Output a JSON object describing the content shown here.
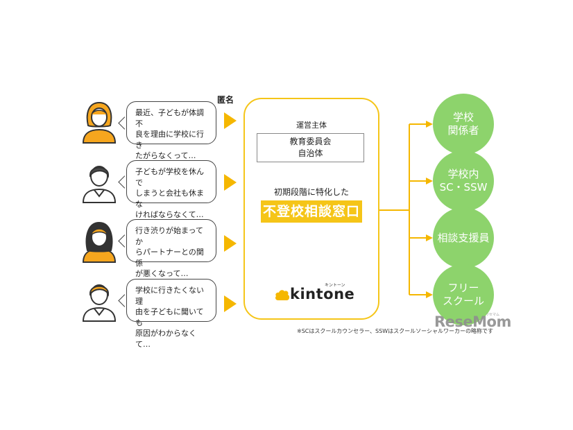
{
  "anonymous_label": "匿名",
  "people": [
    {
      "text": "最近、子どもが体調不\n良を理由に学校に行き\nたがらなくって…",
      "icon": "woman-avatar-icon"
    },
    {
      "text": "子どもが学校を休んで\nしまうと会社も休まな\nければならなくて…",
      "icon": "man-avatar-icon"
    },
    {
      "text": "行き渋りが始まってか\nらパートナーとの関係\nが悪くなって…",
      "icon": "woman-long-hair-avatar-icon"
    },
    {
      "text": "学校に行きたくない理\n由を子どもに聞いても\n原因がわからなくて…",
      "icon": "man-avatar-icon"
    }
  ],
  "center": {
    "operator_label": "運営主体",
    "operator_line1": "教育委員会",
    "operator_line2": "自治体",
    "specialized_label": "初期段階に特化した",
    "title": "不登校相談窓口",
    "logo_text": "kintone",
    "logo_kana": "キントーン"
  },
  "destinations": [
    {
      "label": "学校\n関係者"
    },
    {
      "label": "学校内\nSC・SSW"
    },
    {
      "label": "相談支援員"
    },
    {
      "label": "フリー\nスクール"
    }
  ],
  "footnote": "※SCはスクールカウンセラー、SSWはスクールソーシャルワーカーの略称です",
  "watermark": "ReseMom",
  "watermark_kana": "リセマム",
  "colors": {
    "accent_yellow": "#F5C518",
    "arrow_orange": "#F5B700",
    "circle_green": "#8DD36C",
    "avatar_orange": "#F6A61E",
    "avatar_gray": "#4A4A4A"
  }
}
